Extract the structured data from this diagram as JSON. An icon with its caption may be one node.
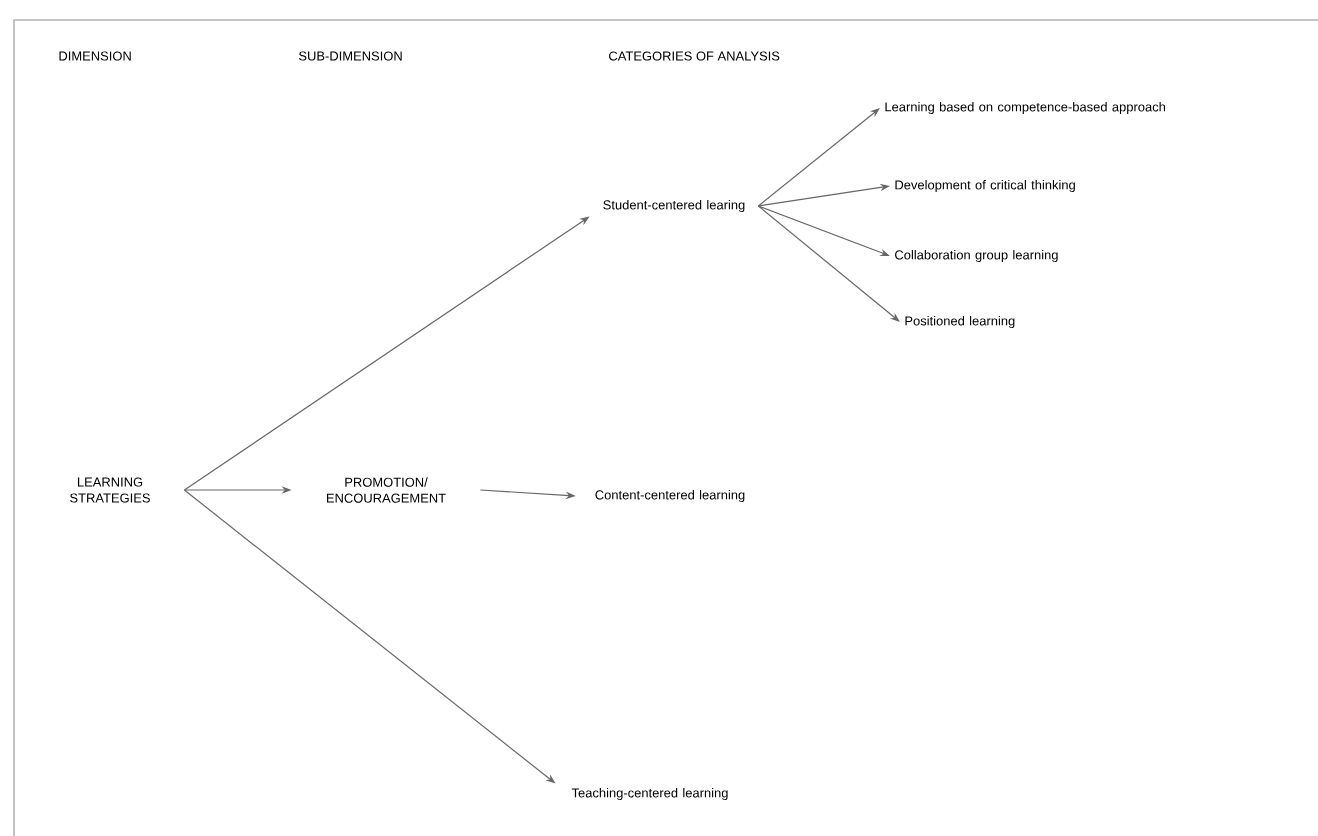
{
  "diagram": {
    "nodes": [
      {
        "text": [
          "LEARNING STRATEGIES"
        ]
      },
      {
        "text": [
          "Student-centered learing"
        ]
      },
      {
        "text": [
          "PROMOTION/ ENCOURAGEMENT"
        ]
      },
      {
        "text": [
          "Content-centered learning"
        ]
      },
      {
        "text": [
          "Teaching-centered learning"
        ]
      },
      {
        "text": [
          "Learning based on competence-based approach"
        ]
      },
      {
        "text": [
          "Development of critical thinking"
        ]
      },
      {
        "text": [
          "Collaboration group learning"
        ]
      },
      {
        "text": [
          "Positioned learning"
        ]
      }
    ],
    "edges": [
      {
        "from": 0,
        "to": 1,
        "arrow": "to"
      },
      {
        "from": 0,
        "to": 2,
        "arrow": "to"
      },
      {
        "from": 0,
        "to": 4,
        "arrow": "to"
      },
      {
        "from": 2,
        "to": 3,
        "arrow": "to"
      },
      {
        "from": 1,
        "to": 5,
        "arrow": "to"
      },
      {
        "from": 1,
        "to": 6,
        "arrow": "to"
      },
      {
        "from": 1,
        "to": 7,
        "arrow": "to"
      },
      {
        "from": 1,
        "to": 8,
        "arrow": "to"
      }
    ],
    "labels": [
      "DIMENSION",
      "SUB-DIMENSION",
      "CATEGORIES OF ANALYSIS"
    ]
  }
}
